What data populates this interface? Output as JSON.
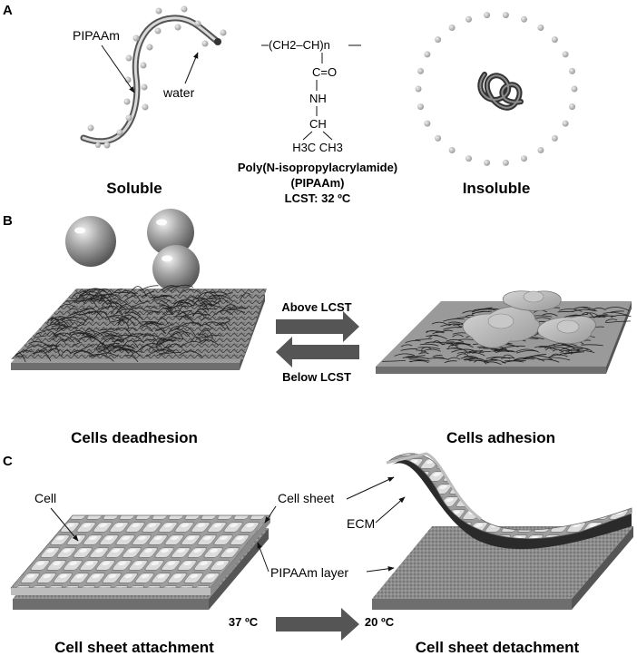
{
  "panel_a": {
    "letter": "A",
    "polymer_label": "PIPAAm",
    "water_label": "water",
    "soluble_caption": "Soluble",
    "insoluble_caption": "Insoluble",
    "chem": {
      "backbone": "(CH2–CH)n",
      "carbonyl": "C=O",
      "amide": "NH",
      "methine": "CH",
      "methyls": "H3C CH3"
    },
    "name_line1": "Poly(N-isopropylacrylamide)",
    "name_line2": "(PIPAAm)",
    "lcst_line": "LCST: 32 ºC"
  },
  "panel_b": {
    "letter": "B",
    "above_label": "Above LCST",
    "below_label": "Below LCST",
    "left_caption": "Cells deadhesion",
    "right_caption": "Cells adhesion"
  },
  "panel_c": {
    "letter": "C",
    "cell_label": "Cell",
    "cell_sheet_label": "Cell sheet",
    "ecm_label": "ECM",
    "pipaam_layer_label": "PIPAAm layer",
    "temp_from": "37 ºC",
    "temp_to": "20 ºC",
    "left_caption": "Cell sheet attachment",
    "right_caption": "Cell sheet detachment"
  },
  "colors": {
    "line": "#111111",
    "arrow_fill": "#555555",
    "slab_top": "#9a9a9a",
    "slab_side": "#6e6e6e",
    "ecm": "#2a2a2a",
    "dot": "#bdbdbd"
  }
}
